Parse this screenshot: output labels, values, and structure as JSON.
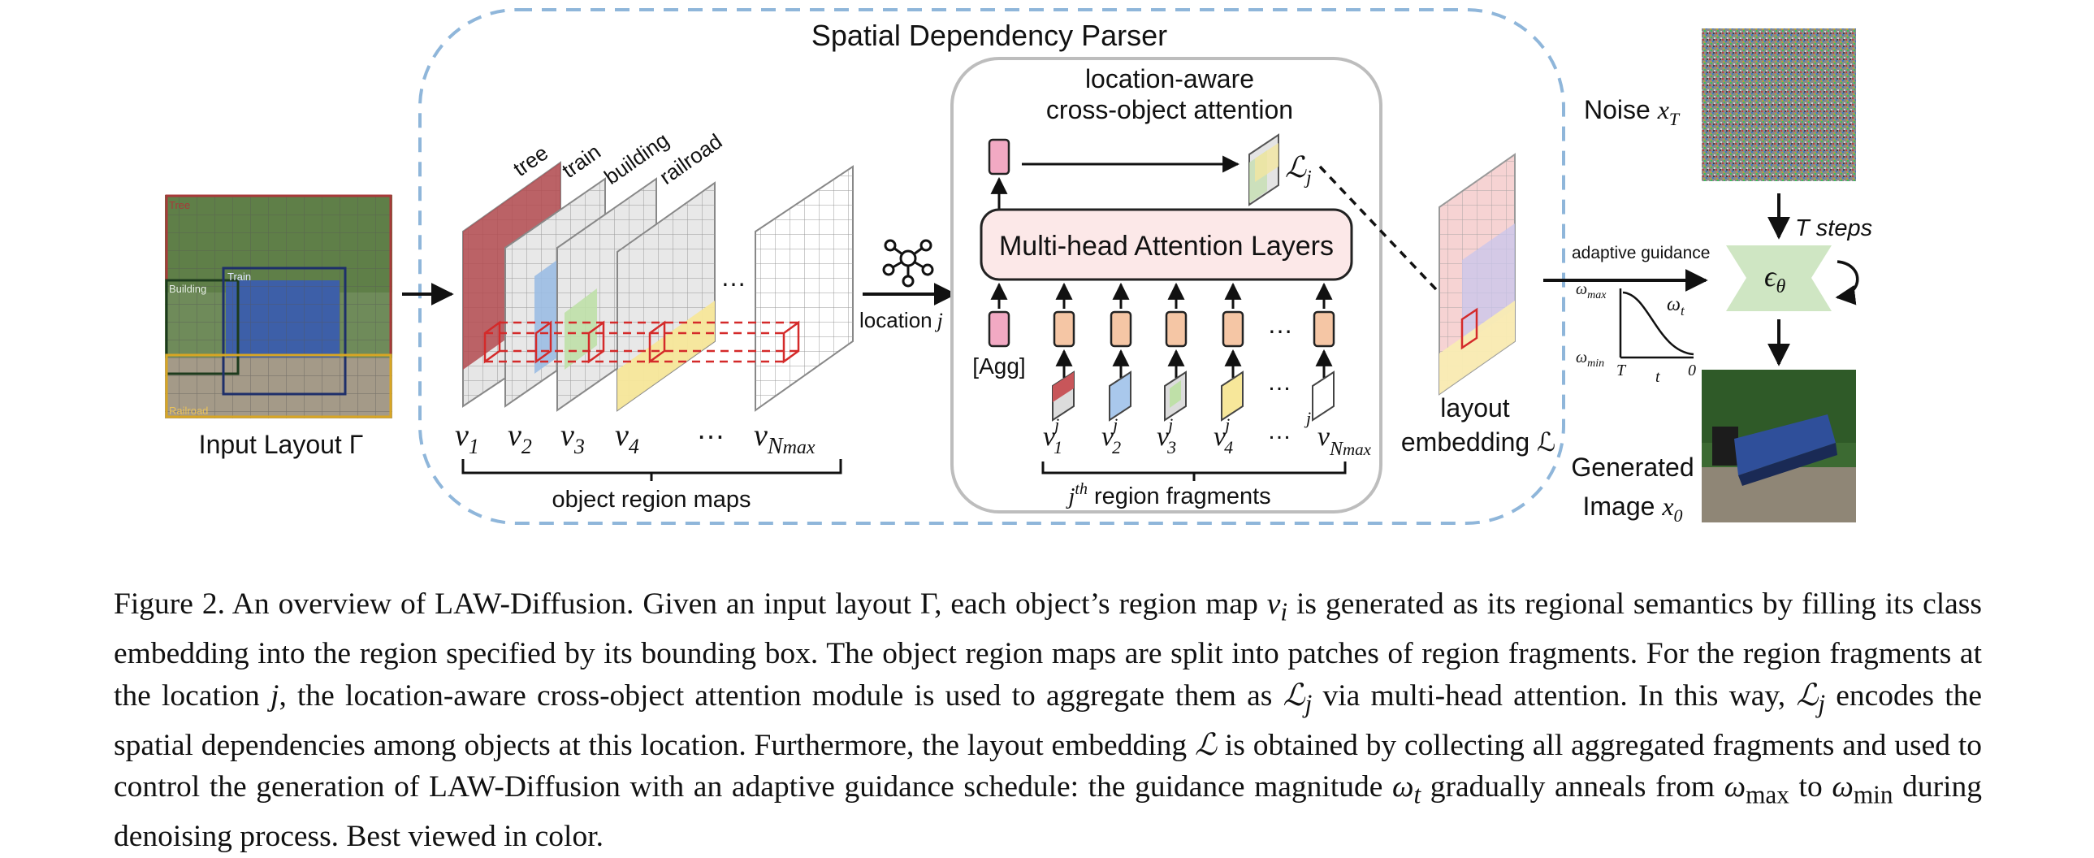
{
  "figure": {
    "parser_title": "Spatial Dependency Parser",
    "input": {
      "label": "Input Layout Γ",
      "boxes": [
        "Tree",
        "Building",
        "Train",
        "Railroad"
      ]
    },
    "region_maps": {
      "layer_labels": [
        "tree",
        "train",
        "building",
        "railroad"
      ],
      "ellipsis": "…",
      "v1": "v",
      "v1_sub": "1",
      "v2": "v",
      "v2_sub": "2",
      "v3": "v",
      "v3_sub": "3",
      "v4": "v",
      "v4_sub": "4",
      "v_dots": "…",
      "vN": "v",
      "vN_sub": "N",
      "vN_subsub": "max",
      "brace_label": "object region maps"
    },
    "location_label": "location",
    "location_j": "j",
    "attention": {
      "title_line1": "location-aware",
      "title_line2": "cross-object attention",
      "mha": "Multi-head Attention Layers",
      "agg": "[Agg]",
      "Lj": "ℒ",
      "Lj_sub": "j",
      "ellipsis": "…",
      "frag_labels": [
        "v",
        "v",
        "v",
        "v"
      ],
      "frag_subs": [
        "1",
        "2",
        "3",
        "4"
      ],
      "frag_sup": "j",
      "fragN": "v",
      "fragN_sub": "N",
      "fragN_subsub": "max",
      "brace_label_pre": "j",
      "brace_label_sup": "th",
      "brace_label_post": " region fragments"
    },
    "layout_embedding": {
      "line1": "layout",
      "line2": "embedding ℒ"
    },
    "noise_label": "Noise ",
    "noise_var": "x",
    "noise_sub": "T",
    "t_steps": "T steps",
    "adaptive_guidance": "adaptive guidance",
    "eps": "ϵ",
    "eps_sub": "θ",
    "schedule": {
      "w_max": "ω",
      "w_max_sub": "max",
      "w_min": "ω",
      "w_min_sub": "min",
      "w_t": "ω",
      "w_t_sub": "t",
      "x_T": "T",
      "x_t": "t",
      "x_0": "0"
    },
    "generated_line1": "Generated",
    "generated_line2": "Image ",
    "generated_var": "x",
    "generated_sub": "0"
  },
  "caption": {
    "p1": "Figure 2. An overview of LAW-Diffusion. Given an input layout Γ, each object’s region map ",
    "p1_var": "v",
    "p1_sub": "i",
    "p2": " is generated as its regional semantics by filling its class embedding into the region specified by its bounding box. The object region maps are split into patches of region fragments. For the region fragments at the location ",
    "p2_var": "j",
    "p3": ", the location-aware cross-object attention module is used to aggregate them as ",
    "p3_var": "ℒ",
    "p3_sub": "j",
    "p4": " via multi-head attention. In this way, ",
    "p4_var": "ℒ",
    "p4_sub": "j",
    "p5": " encodes the spatial dependencies among objects at this location. Furthermore, the layout embedding ",
    "p5_var": "ℒ",
    "p6": " is obtained by collecting all aggregated fragments and used to control the generation of LAW-Diffusion with an adaptive guidance schedule: the guidance magnitude ",
    "p6_var": "ω",
    "p6_sub": "t",
    "p7": " gradually anneals from ",
    "p7_var": "ω",
    "p7_sub": "max",
    "p8": " to ",
    "p8_var": "ω",
    "p8_sub": "min",
    "p9": " during denoising process. Best viewed in color."
  }
}
